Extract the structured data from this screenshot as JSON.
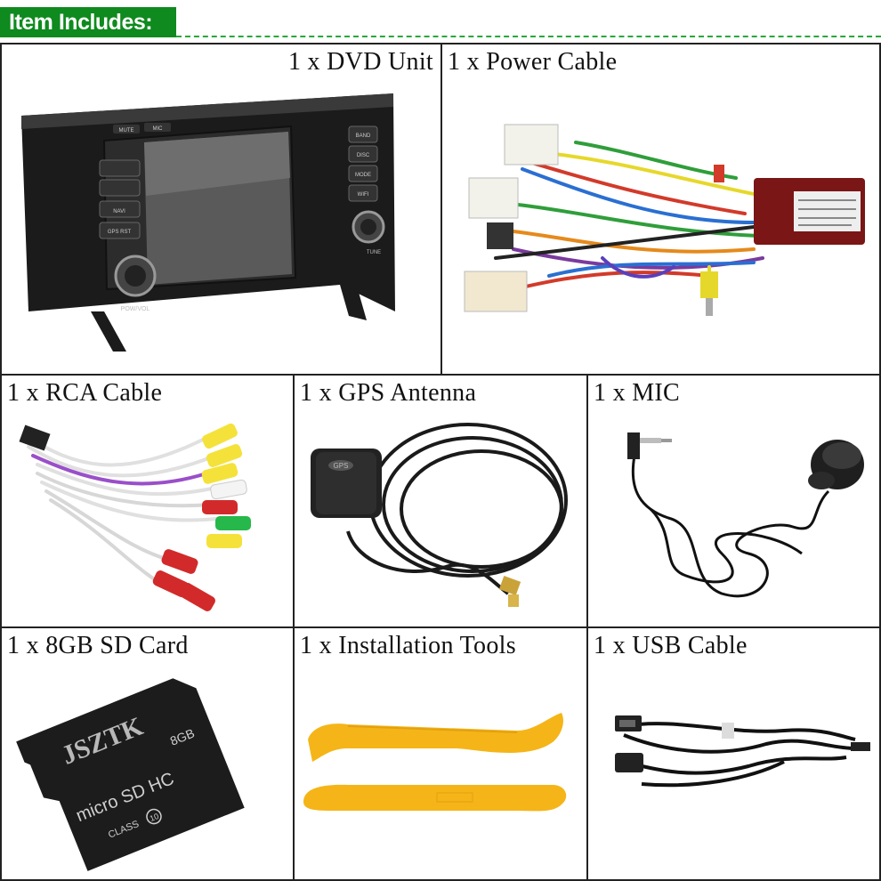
{
  "header": {
    "title": "Item Includes:"
  },
  "items": [
    {
      "label": "1 x DVD Unit"
    },
    {
      "label": "1 x Power Cable"
    },
    {
      "label": "1 x RCA Cable"
    },
    {
      "label": "1 x GPS Antenna"
    },
    {
      "label": "1 x MIC"
    },
    {
      "label": "1 x 8GB SD Card"
    },
    {
      "label": "1 x Installation Tools"
    },
    {
      "label": "1 x USB Cable"
    }
  ],
  "dvd_unit": {
    "buttons": [
      "MUTE",
      "MIC",
      "NAVI",
      "GPS RST",
      "BAND",
      "DISC",
      "MODE",
      "WIFI"
    ],
    "knob_label": "POW/VOL",
    "tune_label": "TUNE"
  },
  "gps_antenna": {
    "badge": "GPS"
  },
  "sd_card": {
    "brand": "JSZTK",
    "capacity": "8GB",
    "type": "micro SD HC",
    "class_label": "CLASS",
    "class_num": "10"
  },
  "colors": {
    "header_green": "#0e8a1e",
    "dashed_line": "#28a83a",
    "tool_yellow": "#f5b518"
  }
}
